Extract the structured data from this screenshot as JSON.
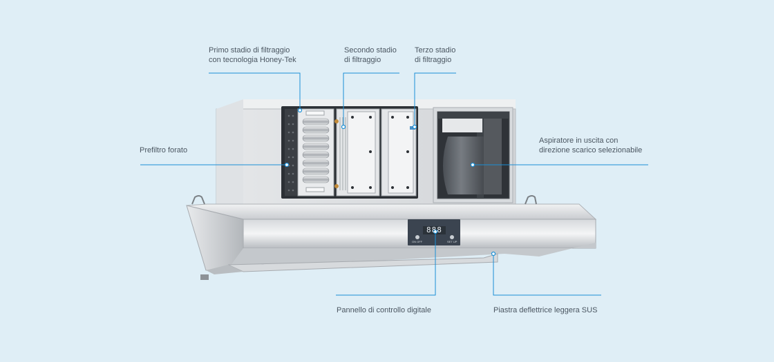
{
  "colors": {
    "background": "#dfeef6",
    "leader_line": "#1a8fd6",
    "label_text": "#4a5560",
    "hood_steel": "#c9ccd0",
    "display_panel": "#3b4450",
    "display_digits": "#e9eef3"
  },
  "callouts": {
    "stage1": {
      "line1": "Primo stadio di filtraggio",
      "line2": "con tecnologia Honey-Tek"
    },
    "stage2": {
      "line1": "Secondo stadio",
      "line2": "di filtraggio"
    },
    "stage3": {
      "line1": "Terzo stadio",
      "line2": "di filtraggio"
    },
    "prefilter": {
      "line1": "Prefiltro forato"
    },
    "fan": {
      "line1": "Aspiratore in uscita con",
      "line2": "direzione scarico selezionabile"
    },
    "panel": {
      "line1": "Pannello di controllo digitale"
    },
    "baffle": {
      "line1": "Piastra deflettrice leggera SUS"
    }
  },
  "control_panel": {
    "display": "888",
    "left_button_label": "ON OFF",
    "right_button_label": "SET UP"
  }
}
